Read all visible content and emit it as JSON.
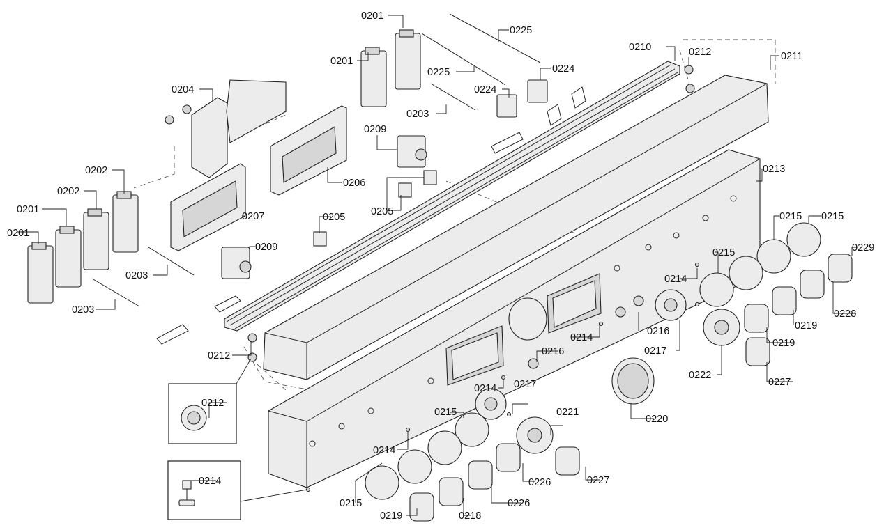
{
  "callouts": [
    {
      "id": "c1",
      "label": "0201"
    },
    {
      "id": "c2",
      "label": "0201"
    },
    {
      "id": "c3",
      "label": "0225"
    },
    {
      "id": "c4",
      "label": "0210"
    },
    {
      "id": "c5",
      "label": "0212"
    },
    {
      "id": "c6",
      "label": "0211"
    },
    {
      "id": "c7",
      "label": "0225"
    },
    {
      "id": "c8",
      "label": "0224"
    },
    {
      "id": "c9",
      "label": "0224"
    },
    {
      "id": "c10",
      "label": "0204"
    },
    {
      "id": "c11",
      "label": "0203"
    },
    {
      "id": "c12",
      "label": "0209"
    },
    {
      "id": "c13",
      "label": "0206"
    },
    {
      "id": "c14",
      "label": "0213"
    },
    {
      "id": "c15",
      "label": "0202"
    },
    {
      "id": "c16",
      "label": "0202"
    },
    {
      "id": "c17",
      "label": "0201"
    },
    {
      "id": "c18",
      "label": "0201"
    },
    {
      "id": "c19",
      "label": "0205"
    },
    {
      "id": "c20",
      "label": "0207"
    },
    {
      "id": "c21",
      "label": "0205"
    },
    {
      "id": "c22",
      "label": "0215"
    },
    {
      "id": "c23",
      "label": "0215"
    },
    {
      "id": "c24",
      "label": "0229"
    },
    {
      "id": "c25",
      "label": "0209"
    },
    {
      "id": "c26",
      "label": "0215"
    },
    {
      "id": "c27",
      "label": "0203"
    },
    {
      "id": "c28",
      "label": "0214"
    },
    {
      "id": "c29",
      "label": "0228"
    },
    {
      "id": "c30",
      "label": "0203"
    },
    {
      "id": "c31",
      "label": "0216"
    },
    {
      "id": "c32",
      "label": "0219"
    },
    {
      "id": "c33",
      "label": "0214"
    },
    {
      "id": "c34",
      "label": "0219"
    },
    {
      "id": "c35",
      "label": "0217"
    },
    {
      "id": "c36",
      "label": "0212"
    },
    {
      "id": "c37",
      "label": "0216"
    },
    {
      "id": "c38",
      "label": "0222"
    },
    {
      "id": "c39",
      "label": "0227"
    },
    {
      "id": "c40",
      "label": "0214"
    },
    {
      "id": "c41",
      "label": "0217"
    },
    {
      "id": "c42",
      "label": "0212"
    },
    {
      "id": "c43",
      "label": "0215"
    },
    {
      "id": "c44",
      "label": "0220"
    },
    {
      "id": "c45",
      "label": "0221"
    },
    {
      "id": "c46",
      "label": "0214"
    },
    {
      "id": "c47",
      "label": "0214"
    },
    {
      "id": "c48",
      "label": "0226"
    },
    {
      "id": "c49",
      "label": "0227"
    },
    {
      "id": "c50",
      "label": "0226"
    },
    {
      "id": "c51",
      "label": "0215"
    },
    {
      "id": "c52",
      "label": "0218"
    },
    {
      "id": "c53",
      "label": "0219"
    }
  ]
}
